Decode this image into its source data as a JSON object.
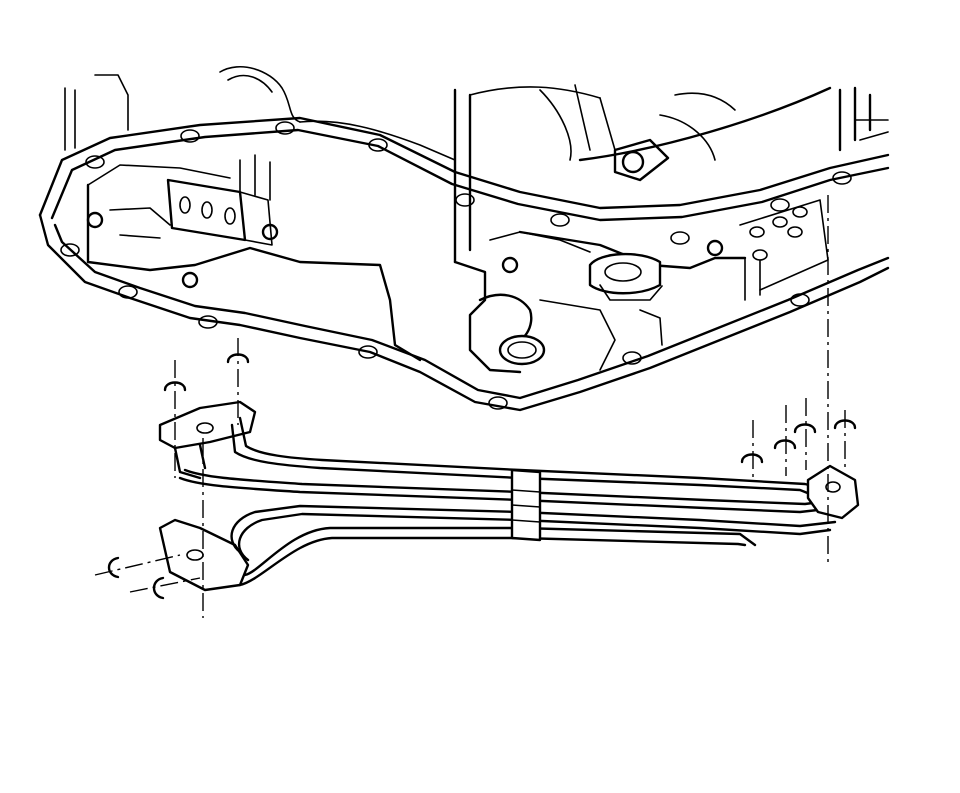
{
  "figure": {
    "ink_color": "#000000",
    "paper_color": "#ffffff"
  },
  "parts": {
    "transaxle_case": "transaxle-case",
    "oil_pan_flange": "oil-pan-gasket-surface",
    "valve_body_pipes": "oil-pipe-assembly",
    "pipe_clamp": "pipe-clamp",
    "seal_rings": 8
  }
}
